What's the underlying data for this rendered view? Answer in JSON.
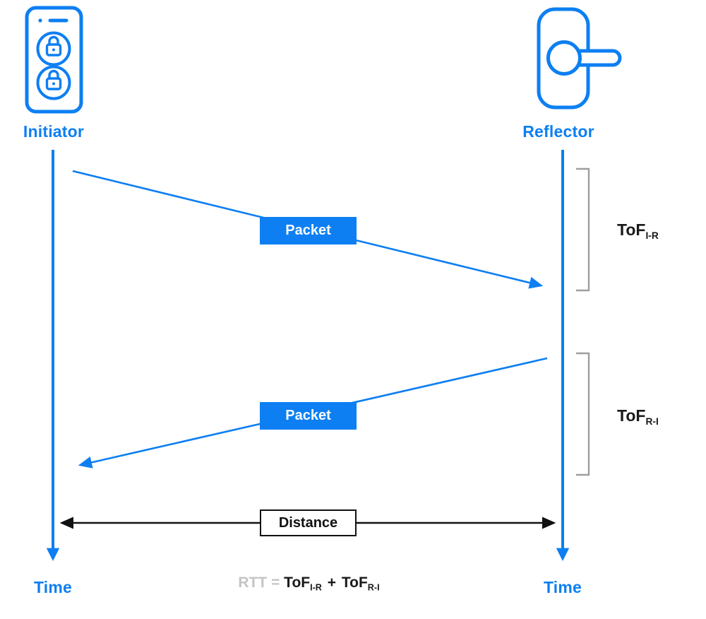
{
  "diagram": {
    "title_hint": "Round-trip Time of Flight ranging between Initiator and Reflector",
    "initiator": {
      "label": "Initiator"
    },
    "reflector": {
      "label": "Reflector"
    },
    "packet1": {
      "label": "Packet"
    },
    "packet2": {
      "label": "Packet"
    },
    "distance": {
      "label": "Distance"
    },
    "time_left": {
      "label": "Time"
    },
    "time_right": {
      "label": "Time"
    },
    "tof_ir": {
      "base": "ToF",
      "sub": "I-R"
    },
    "tof_ri": {
      "base": "ToF",
      "sub": "R-I"
    },
    "formula": {
      "lhs": "RTT",
      "equals": "=",
      "term1_base": "ToF",
      "term1_sub": "I-R",
      "plus": "+",
      "term2_base": "ToF",
      "term2_sub": "R-I"
    },
    "icons": {
      "initiator": "phone-with-locks-icon",
      "reflector": "door-handle-icon"
    },
    "colors": {
      "accent_blue": "#0D7FF2",
      "bracket_gray": "#9E9E9E",
      "formula_gray": "#C4C4C4",
      "ink_black": "#1A1A1A"
    }
  }
}
